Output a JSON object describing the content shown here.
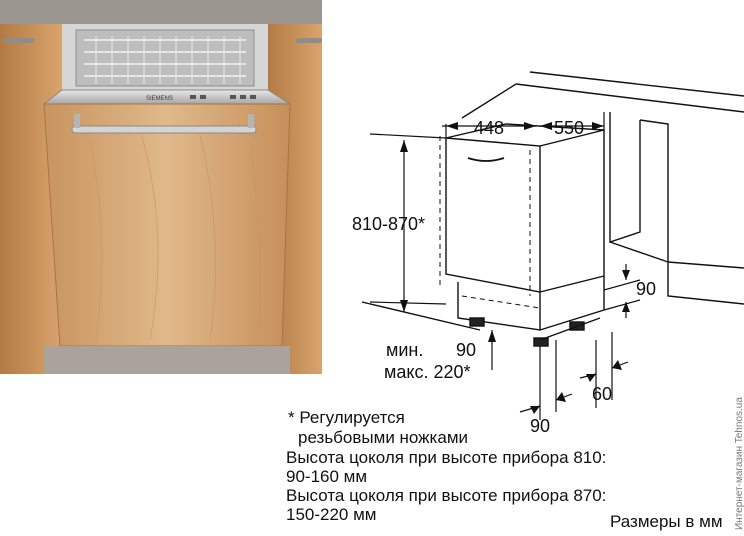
{
  "photo": {
    "brand_text": "SIEMENS"
  },
  "dimensions": {
    "width": "448",
    "depth": "550",
    "height": "810-870*",
    "plinth_top": "90",
    "plinth_recess": "60",
    "plinth_bottom": "90",
    "min_label": "мин.",
    "min_value": "90",
    "max_label": "макс. 220*"
  },
  "notes": {
    "adjust_line1": "* Регулируется",
    "adjust_line2": "резьбовыми ножками",
    "plinth810_line1": "Высота цоколя при высоте прибора 810:",
    "plinth810_line2": "90-160 мм",
    "plinth870_line1": "Высота цоколя при высоте прибора 870:",
    "plinth870_line2": "150-220 мм",
    "units": "Размеры в мм"
  },
  "watermark": "Интернет-магазин Tehnos.ua",
  "colors": {
    "wood": "#d9ae7c",
    "wood_dark": "#b98552",
    "panel_bg": "#c9c7c0",
    "line": "#111111"
  }
}
